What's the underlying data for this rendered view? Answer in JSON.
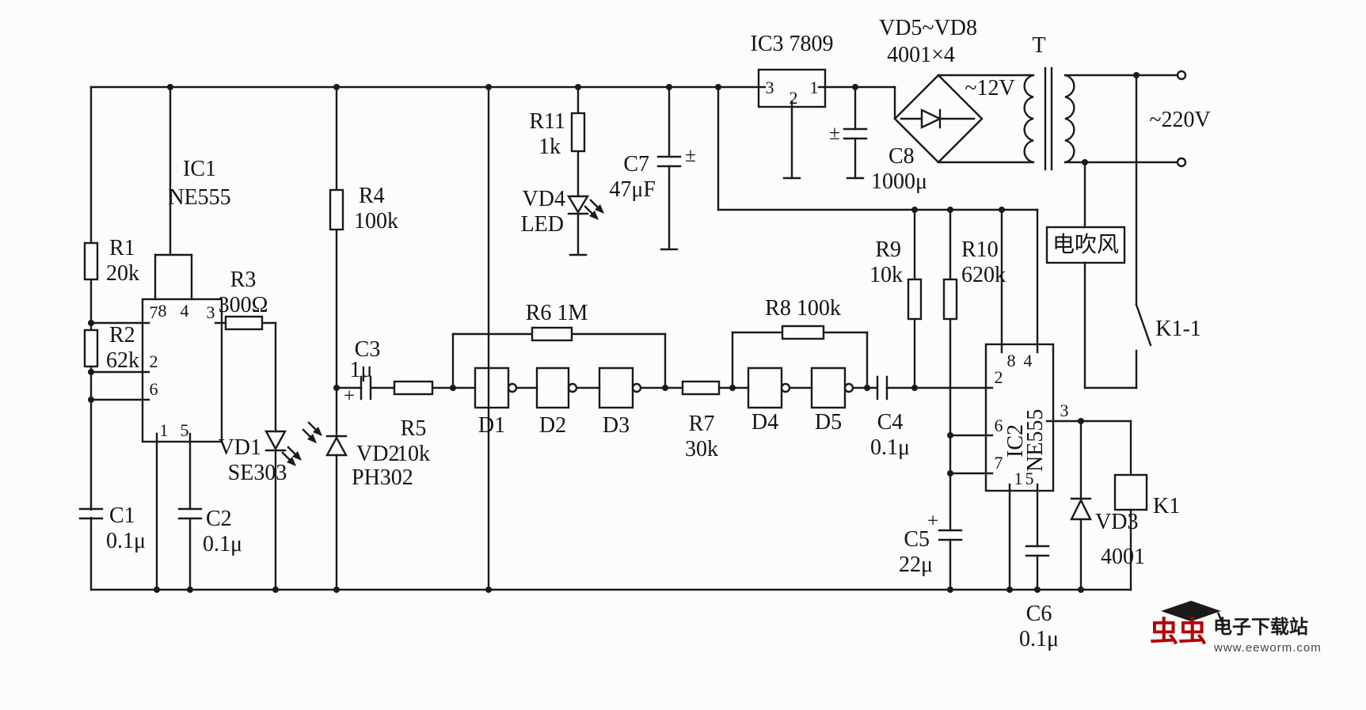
{
  "schematic": {
    "ic1": {
      "name": "IC1",
      "part": "NE555",
      "p8": "8",
      "p4": "4",
      "p7": "7",
      "p3": "3",
      "p2": "2",
      "p6": "6",
      "p1": "1",
      "p5": "5"
    },
    "ic2": {
      "name": "IC2",
      "part": "NE555",
      "p8": "8",
      "p4": "4",
      "p2": "2",
      "p6": "6",
      "p7": "7",
      "p1": "1",
      "p5": "5",
      "p3": "3"
    },
    "ic3": {
      "label": "IC3 7809",
      "p3": "3",
      "p2": "2",
      "p1": "1"
    },
    "r1": {
      "name": "R1",
      "value": "20k"
    },
    "r2": {
      "name": "R2",
      "value": "62k"
    },
    "r3": {
      "name": "R3",
      "value": "300Ω"
    },
    "r4": {
      "name": "R4",
      "value": "100k"
    },
    "r5": {
      "name": "R5",
      "value": "10k"
    },
    "r6": {
      "label": "R6 1M"
    },
    "r7": {
      "name": "R7",
      "value": "30k"
    },
    "r8": {
      "label": "R8 100k"
    },
    "r9": {
      "name": "R9",
      "value": "10k"
    },
    "r10": {
      "name": "R10",
      "value": "620k"
    },
    "r11": {
      "name": "R11",
      "value": "1k"
    },
    "c1": {
      "name": "C1",
      "value": "0.1μ"
    },
    "c2": {
      "name": "C2",
      "value": "0.1μ"
    },
    "c3": {
      "name": "C3",
      "value": "1μ",
      "polarity": "+"
    },
    "c4": {
      "name": "C4",
      "value": "0.1μ"
    },
    "c5": {
      "name": "C5",
      "value": "22μ",
      "polarity": "+"
    },
    "c6": {
      "name": "C6",
      "value": "0.1μ"
    },
    "c7": {
      "name": "C7",
      "value": "47μF",
      "polarity": "±"
    },
    "c8": {
      "name": "C8",
      "value": "1000μ",
      "polarity": "±"
    },
    "vd1": {
      "name": "VD1",
      "value": "SE303"
    },
    "vd2": {
      "name": "VD2",
      "value": "PH302"
    },
    "vd3": {
      "name": "VD3",
      "value": "4001"
    },
    "vd4": {
      "name": "VD4",
      "value": "LED"
    },
    "bridge": {
      "name": "VD5~VD8",
      "value": "4001×4"
    },
    "d1": "D1",
    "d2": "D2",
    "d3": "D3",
    "d4": "D4",
    "d5": "D5",
    "relay_coil": "K1",
    "relay_contact": "K1-1",
    "transformer": "T",
    "mains": "~220V",
    "secondary": "~12V",
    "load": "电吹风"
  },
  "watermark": {
    "logo": "虫虫",
    "site": "电子下载站",
    "url": "www.eeworm.com"
  }
}
